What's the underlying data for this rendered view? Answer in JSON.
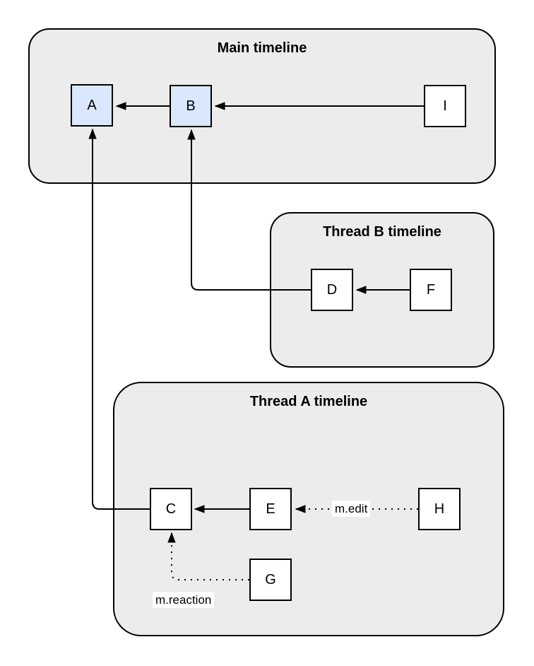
{
  "diagram": {
    "containers": [
      {
        "id": "main",
        "title": "Main timeline"
      },
      {
        "id": "thread-b",
        "title": "Thread B timeline"
      },
      {
        "id": "thread-a",
        "title": "Thread A timeline"
      }
    ],
    "nodes": [
      {
        "id": "A",
        "label": "A",
        "fill": "#d9e8fc",
        "container": "main"
      },
      {
        "id": "B",
        "label": "B",
        "fill": "#d9e8fc",
        "container": "main"
      },
      {
        "id": "I",
        "label": "I",
        "fill": "#ffffff",
        "container": "main"
      },
      {
        "id": "D",
        "label": "D",
        "fill": "#ffffff",
        "container": "thread-b"
      },
      {
        "id": "F",
        "label": "F",
        "fill": "#ffffff",
        "container": "thread-b"
      },
      {
        "id": "C",
        "label": "C",
        "fill": "#ffffff",
        "container": "thread-a"
      },
      {
        "id": "E",
        "label": "E",
        "fill": "#ffffff",
        "container": "thread-a"
      },
      {
        "id": "H",
        "label": "H",
        "fill": "#ffffff",
        "container": "thread-a"
      },
      {
        "id": "G",
        "label": "G",
        "fill": "#ffffff",
        "container": "thread-a"
      }
    ],
    "edges": [
      {
        "from": "I",
        "to": "B",
        "style": "solid",
        "label": ""
      },
      {
        "from": "B",
        "to": "A",
        "style": "solid",
        "label": ""
      },
      {
        "from": "D",
        "to": "B",
        "style": "solid",
        "label": ""
      },
      {
        "from": "F",
        "to": "D",
        "style": "solid",
        "label": ""
      },
      {
        "from": "C",
        "to": "A",
        "style": "solid",
        "label": ""
      },
      {
        "from": "E",
        "to": "C",
        "style": "solid",
        "label": ""
      },
      {
        "from": "H",
        "to": "E",
        "style": "dotted",
        "label": "m.edit"
      },
      {
        "from": "G",
        "to": "C",
        "style": "dotted",
        "label": "m.reaction"
      }
    ],
    "colors": {
      "container_fill": "#ececec",
      "node_blue_fill": "#d9e8fc",
      "node_white_fill": "#ffffff",
      "stroke": "#000000",
      "background": "#ffffff"
    }
  }
}
